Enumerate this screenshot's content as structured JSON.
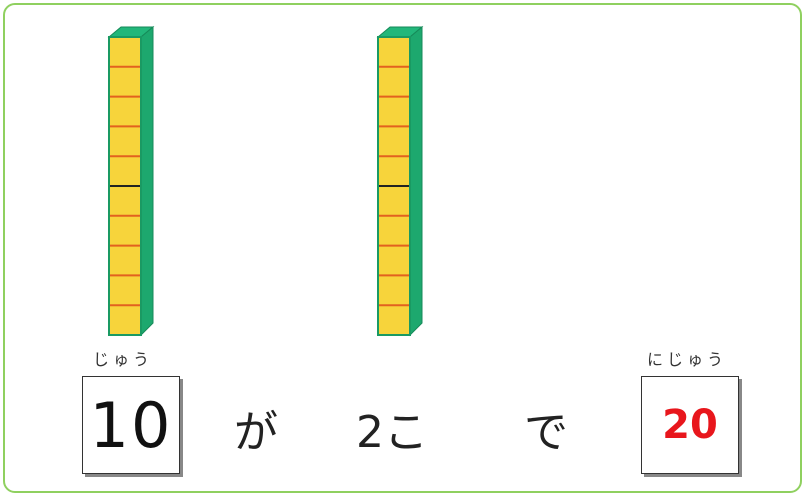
{
  "rods": [
    {
      "units": 10,
      "highlight_after": 5
    },
    {
      "units": 10,
      "highlight_after": 5
    }
  ],
  "colors": {
    "frame": "#8fd05f",
    "rod_face": "#f7d43b",
    "rod_side": "#1da86e",
    "rod_top": "#22b77a",
    "rod_line": "#e2611f",
    "answer": "#e8161c"
  },
  "sentence": {
    "ruby_left": "じゅう",
    "left_number": "10",
    "particle_ga": "が",
    "count": "2こ",
    "particle_de": "で",
    "ruby_right": "にじゅう",
    "answer": "20"
  }
}
